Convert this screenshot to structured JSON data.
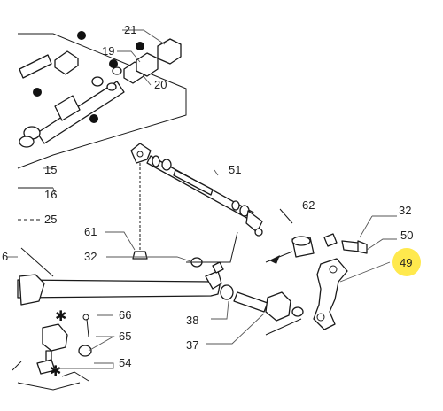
{
  "diagram": {
    "highlight_color": "#ffe94d",
    "highlighted_label": "49",
    "callouts": {
      "c21": "21",
      "c19": "19",
      "c20": "20",
      "c15": "15",
      "c16": "16",
      "c25": "25",
      "c51": "51",
      "c62": "62",
      "c32a": "32",
      "c50": "50",
      "c49": "49",
      "c61": "61",
      "c32b": "32",
      "c66": "66",
      "c65": "65",
      "c38": "38",
      "c37": "37",
      "c54": "54",
      "c6": "6"
    }
  }
}
